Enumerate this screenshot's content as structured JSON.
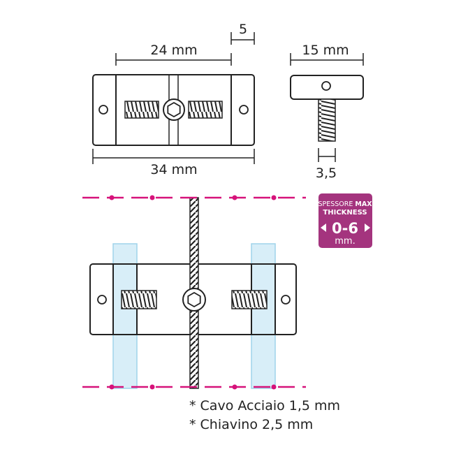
{
  "dimensions": {
    "inner_width": "24 mm",
    "end_width": "5",
    "total_width": "34 mm",
    "screw_width": "15 mm",
    "screw_diameter": "3,5"
  },
  "badge": {
    "line1_a": "SPESSORE",
    "line1_b": "MAX",
    "line2": "THICKNESS",
    "range": "0-6",
    "unit": "mm.",
    "color": "#a4347e"
  },
  "notes": [
    "* Cavo Acciaio 1,5 mm",
    "* Chiavino 2,5 mm"
  ],
  "colors": {
    "outline": "#222222",
    "guide_line": "#d6127a",
    "glass_fill": "#d8eef8",
    "glass_stroke": "#9fd3ea"
  }
}
